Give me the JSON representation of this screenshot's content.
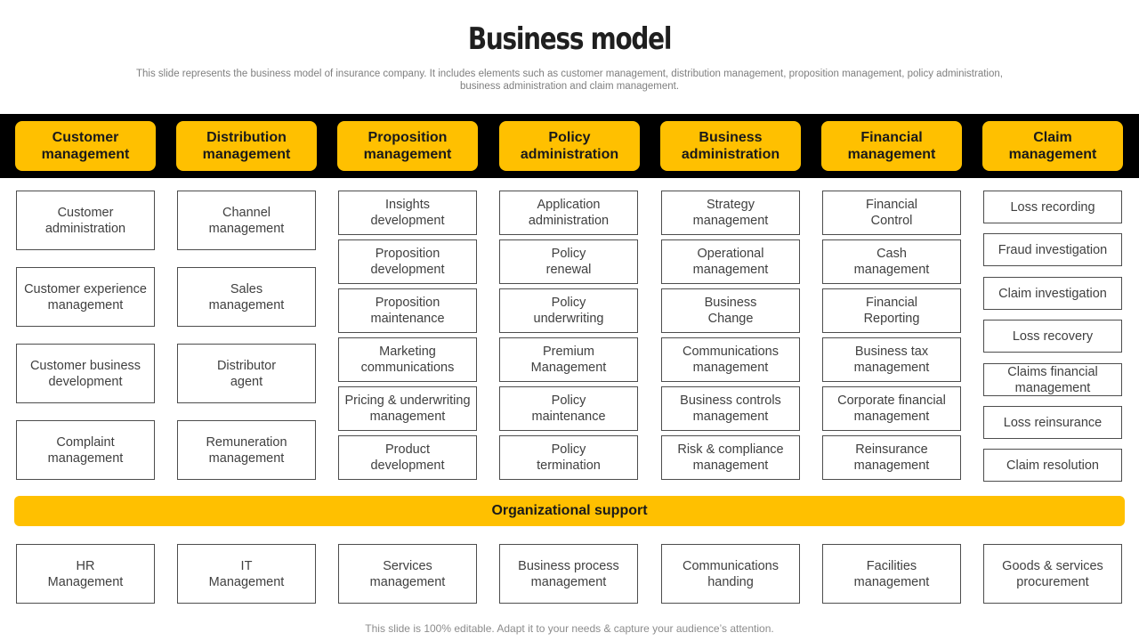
{
  "title": "Business model",
  "subtitle": "This slide represents the business model of insurance company. It includes elements such as customer management, distribution management, proposition management, policy administration, business administration and claim management.",
  "columns": [
    {
      "heading": "Customer\nmanagement",
      "items": [
        "Customer\nadministration",
        "Customer experience\nmanagement",
        "Customer business\ndevelopment",
        "Complaint\nmanagement"
      ]
    },
    {
      "heading": "Distribution\nmanagement",
      "items": [
        "Channel\nmanagement",
        "Sales\nmanagement",
        "Distributor\nagent",
        "Remuneration\nmanagement"
      ]
    },
    {
      "heading": "Proposition\nmanagement",
      "items": [
        "Insights\ndevelopment",
        "Proposition\ndevelopment",
        "Proposition\nmaintenance",
        "Marketing\ncommunications",
        "Pricing & underwriting\nmanagement",
        "Product\ndevelopment"
      ]
    },
    {
      "heading": "Policy\nadministration",
      "items": [
        "Application\nadministration",
        "Policy\nrenewal",
        "Policy\nunderwriting",
        "Premium\nManagement",
        "Policy\nmaintenance",
        "Policy\ntermination"
      ]
    },
    {
      "heading": "Business\nadministration",
      "items": [
        "Strategy\nmanagement",
        "Operational\nmanagement",
        "Business\nChange",
        "Communications\nmanagement",
        "Business controls\nmanagement",
        "Risk & compliance\nmanagement"
      ]
    },
    {
      "heading": "Financial\nmanagement",
      "items": [
        "Financial\nControl",
        "Cash\nmanagement",
        "Financial\nReporting",
        "Business tax\nmanagement",
        "Corporate financial\nmanagement",
        "Reinsurance\nmanagement"
      ]
    },
    {
      "heading": "Claim\nmanagement",
      "items": [
        "Loss recording",
        "Fraud investigation",
        "Claim investigation",
        "Loss recovery",
        "Claims financial\nmanagement",
        "Loss reinsurance",
        "Claim resolution"
      ]
    }
  ],
  "support": {
    "label": "Organizational support",
    "items": [
      "HR\nManagement",
      "IT\nManagement",
      "Services\nmanagement",
      "Business process\nmanagement",
      "Communications\nhanding",
      "Facilities\nmanagement",
      "Goods & services\nprocurement"
    ]
  },
  "footer": "This slide is 100% editable. Adapt it to your needs & capture your audience’s attention.",
  "colors": {
    "accent": "#ffc000",
    "band": "#000000",
    "border": "#4d4d4d"
  }
}
